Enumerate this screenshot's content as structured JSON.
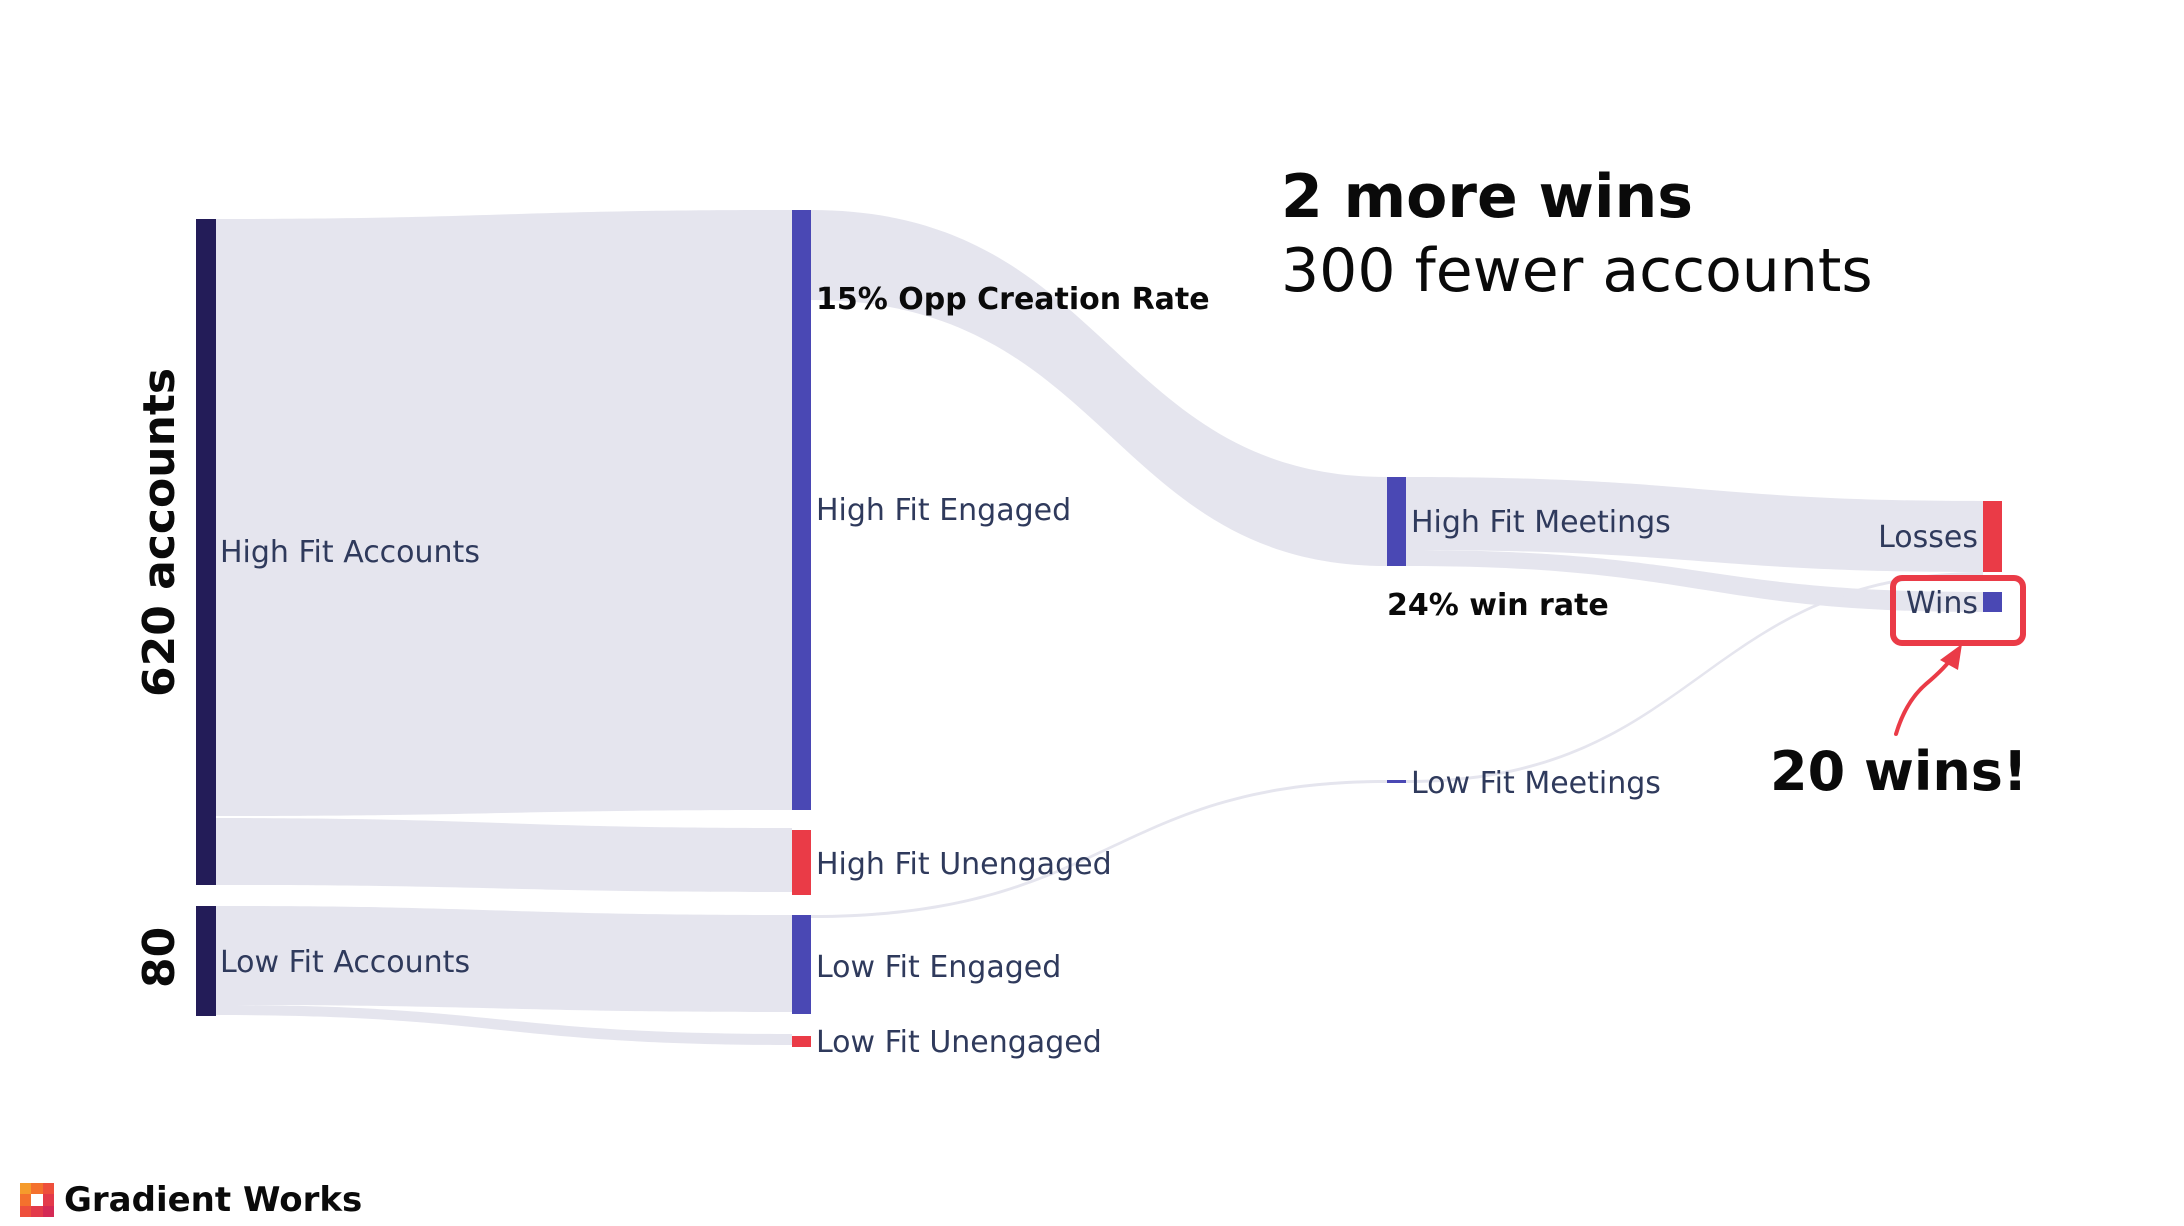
{
  "colors": {
    "link": "#e5e5ee",
    "source_node": "#231c58",
    "engaged_node": "#4a48b4",
    "negative_node": "#ea3b47",
    "highlight": "#ea3b47"
  },
  "headline": {
    "line1": "2 more wins",
    "line2": "300 fewer accounts"
  },
  "side_labels": {
    "high_fit_total": "620 accounts",
    "low_fit_total": "80"
  },
  "nodes": [
    {
      "id": "high_fit_accounts",
      "label": "High Fit Accounts",
      "color": "#231c58"
    },
    {
      "id": "low_fit_accounts",
      "label": "Low Fit Accounts",
      "color": "#231c58"
    },
    {
      "id": "high_fit_engaged",
      "label": "High Fit Engaged",
      "color": "#4a48b4"
    },
    {
      "id": "high_fit_unengaged",
      "label": "High Fit Unengaged",
      "color": "#ea3b47"
    },
    {
      "id": "low_fit_engaged",
      "label": "Low Fit Engaged",
      "color": "#4a48b4"
    },
    {
      "id": "low_fit_unengaged",
      "label": "Low Fit Unengaged",
      "color": "#ea3b47"
    },
    {
      "id": "high_fit_meetings",
      "label": "High Fit Meetings",
      "color": "#4a48b4"
    },
    {
      "id": "low_fit_meetings",
      "label": "Low Fit Meetings",
      "color": "#4a48b4"
    },
    {
      "id": "losses",
      "label": "Losses",
      "color": "#ea3b47"
    },
    {
      "id": "wins",
      "label": "Wins",
      "color": "#4a48b4"
    }
  ],
  "annotations": {
    "opp_rate": "15% Opp Creation Rate",
    "win_rate": "24% win rate",
    "wins_callout": "20 wins!"
  },
  "brand": {
    "name": "Gradient Works",
    "logo_icon": "pixel-gradient-logo-icon"
  }
}
